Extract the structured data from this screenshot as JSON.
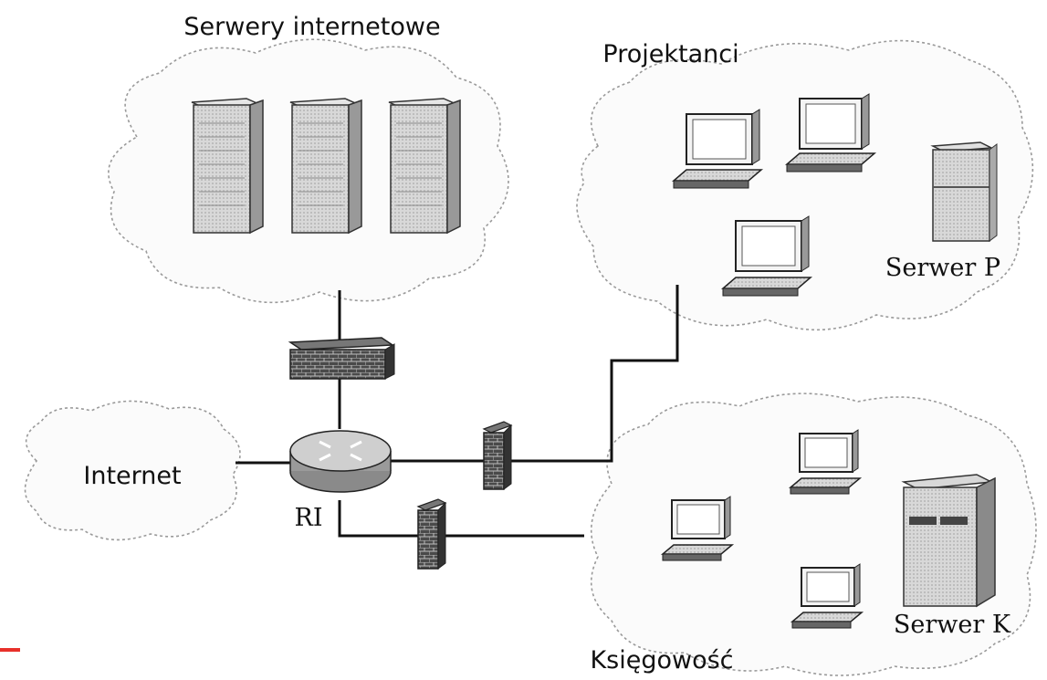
{
  "labels": {
    "servers_cloud": "Serwery internetowe",
    "designers_cloud": "Projektanci",
    "internet_cloud": "Internet",
    "router": "RI",
    "accounting_cloud": "Księgowość",
    "server_p": "Serwer P",
    "server_k": "Serwer K"
  },
  "colors": {
    "accent_mark": "#e8302a"
  }
}
